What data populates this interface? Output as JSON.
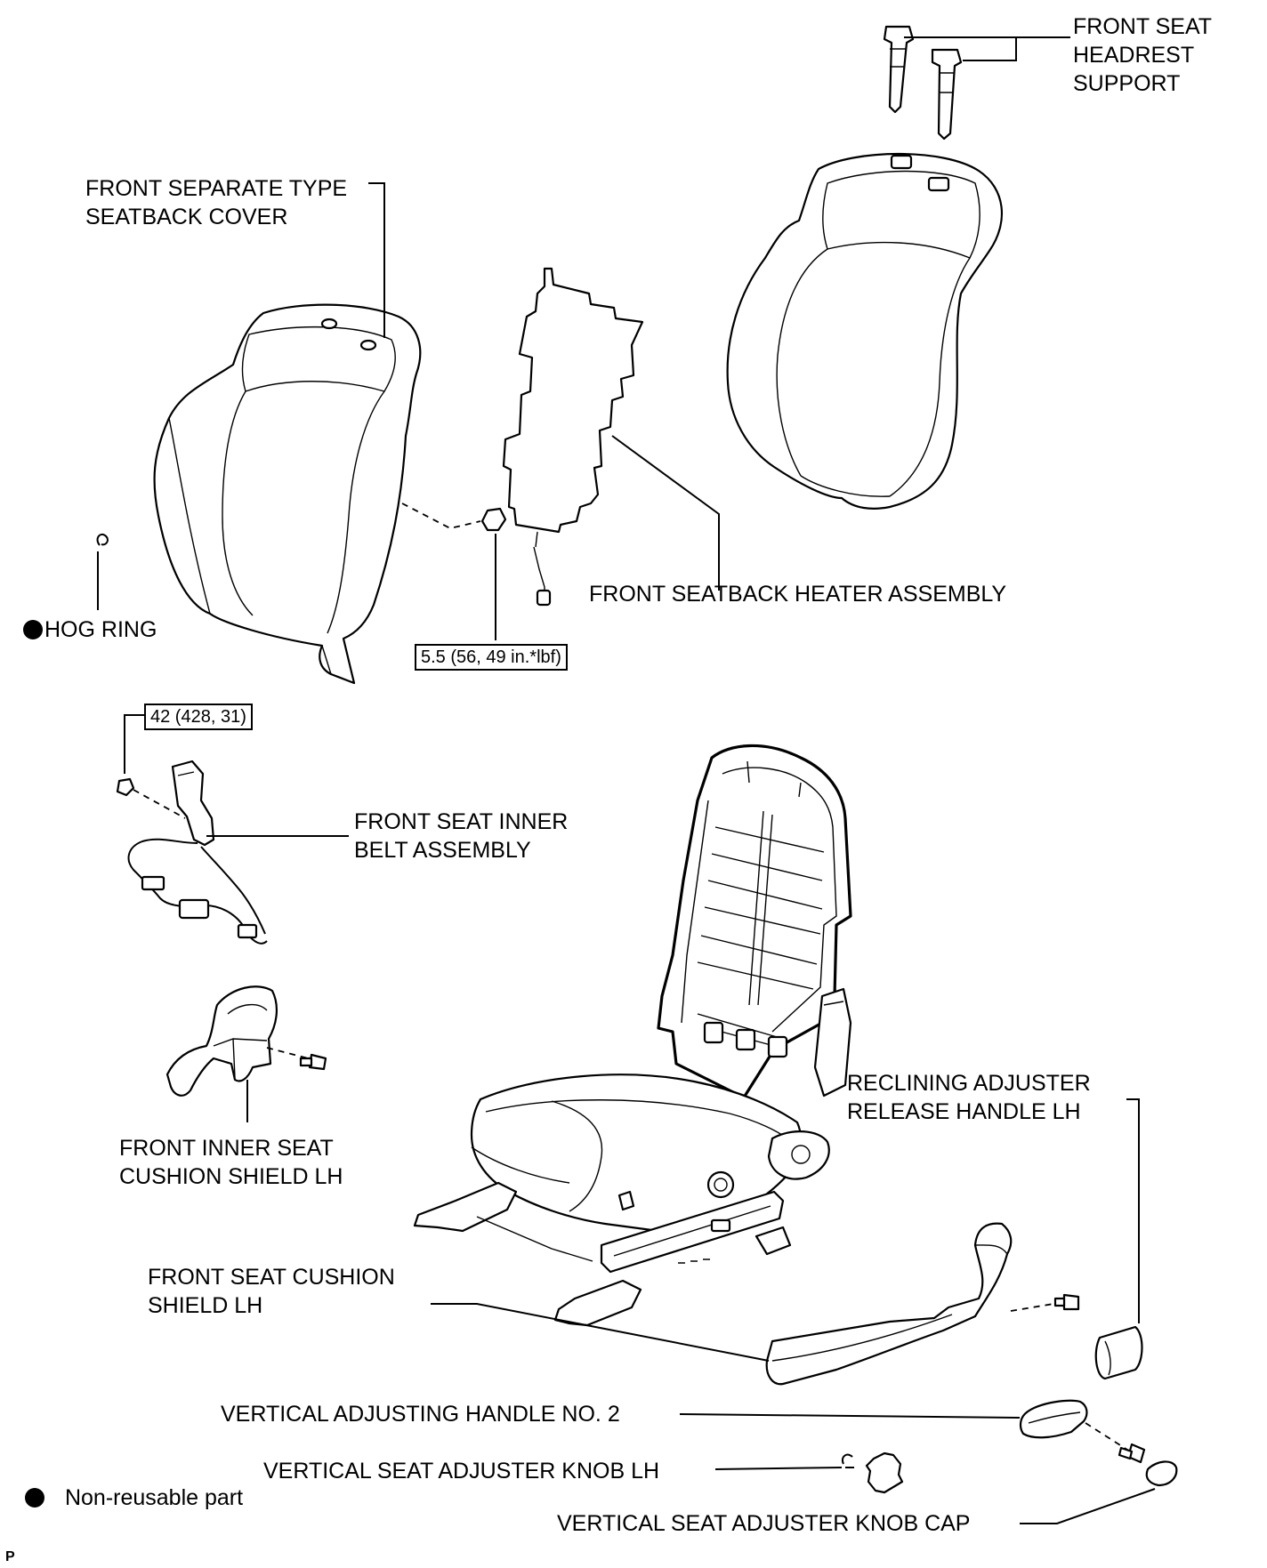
{
  "labels": {
    "headrest_support": [
      "FRONT SEAT",
      "HEADREST",
      "SUPPORT"
    ],
    "seatback_cover": [
      "FRONT SEPARATE TYPE",
      "SEATBACK COVER"
    ],
    "seatback_heater": "FRONT SEATBACK HEATER ASSEMBLY",
    "hog_ring": "HOG RING",
    "inner_belt": [
      "FRONT SEAT INNER",
      "BELT ASSEMBLY"
    ],
    "inner_cushion_shield": [
      "FRONT INNER SEAT",
      "CUSHION SHIELD LH"
    ],
    "reclining_handle": [
      "RECLINING ADJUSTER",
      "RELEASE HANDLE LH"
    ],
    "cushion_shield": [
      "FRONT SEAT CUSHION",
      "SHIELD LH"
    ],
    "vertical_handle": "VERTICAL ADJUSTING HANDLE NO. 2",
    "knob": "VERTICAL SEAT ADJUSTER KNOB LH",
    "knob_cap": "VERTICAL SEAT ADJUSTER KNOB CAP"
  },
  "torque": {
    "heater_nut": "5.5 (56, 49 in.*lbf)",
    "belt_bolt": "42 (428, 31)"
  },
  "legend": {
    "non_reusable": "Non-reusable part"
  },
  "figure_code": "P"
}
